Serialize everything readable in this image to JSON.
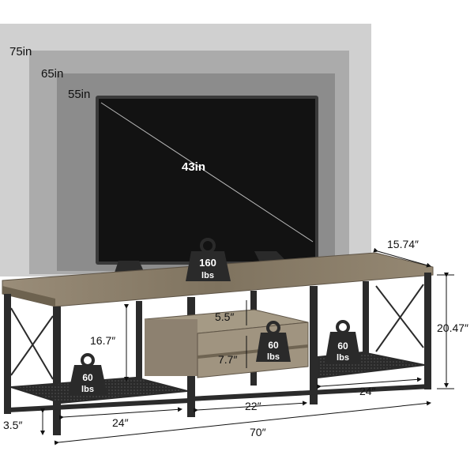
{
  "tv_sizes": {
    "size_75": "75in",
    "size_65": "65in",
    "size_55": "55in",
    "size_43": "43in"
  },
  "load_capacity": {
    "top": {
      "value": "160",
      "unit": "lbs"
    },
    "left_shelf": {
      "value": "60",
      "unit": "lbs"
    },
    "drawer_shelf": {
      "value": "60",
      "unit": "lbs"
    },
    "right_shelf": {
      "value": "60",
      "unit": "lbs"
    }
  },
  "dimensions": {
    "depth": "15.74″",
    "height": "20.47″",
    "side_clearance": "16.7″",
    "upper_shelf_gap": "5.5″",
    "lower_shelf_gap": "7.7″",
    "foot_clearance": "3.5″",
    "left_width": "24″",
    "center_width": "22″",
    "right_width": "24″",
    "total_width": "70″"
  },
  "colors": {
    "wood": "#8a7d6b",
    "frame": "#2b2b2b",
    "screen": "#121212",
    "backdrop_75": "#cdcdcd",
    "backdrop_65": "#a9a9a9",
    "backdrop_55": "#8a8a8a"
  }
}
